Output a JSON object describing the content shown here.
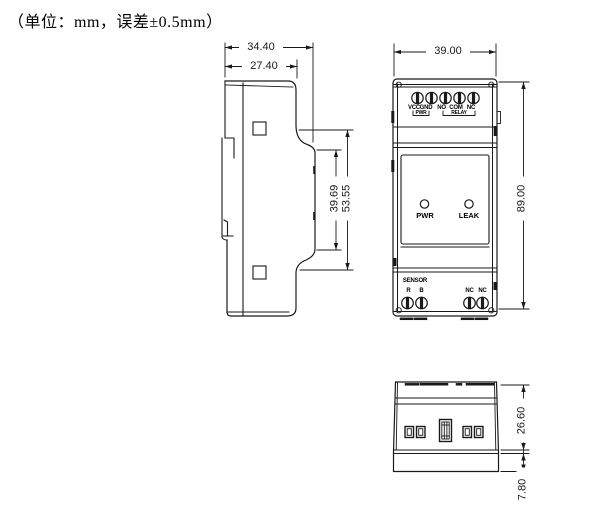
{
  "note": "（单位：mm，误差±0.5mm）",
  "side_view": {
    "dim_width_outer": "34.40",
    "dim_width_inner": "27.40",
    "dim_height_inner": "39.69",
    "dim_height_outer": "53.55"
  },
  "front_view": {
    "dim_width": "39.00",
    "dim_height": "89.00",
    "terminals_top": {
      "pins": [
        "VCC",
        "GND",
        "NO",
        "COM",
        "NC"
      ],
      "group_left": "PWR",
      "group_right": "RELAY"
    },
    "indicators": {
      "led_left": "PWR",
      "led_right": "LEAK"
    },
    "terminals_bottom": {
      "title": "SENSOR",
      "pins_left": [
        "R",
        "B"
      ],
      "pins_right": [
        "NC",
        "NC"
      ]
    }
  },
  "bottom_view": {
    "dim_depth": "26.60",
    "dim_foot": "7.80"
  },
  "colors": {
    "line": "#1a1a1a",
    "background": "#ffffff"
  }
}
